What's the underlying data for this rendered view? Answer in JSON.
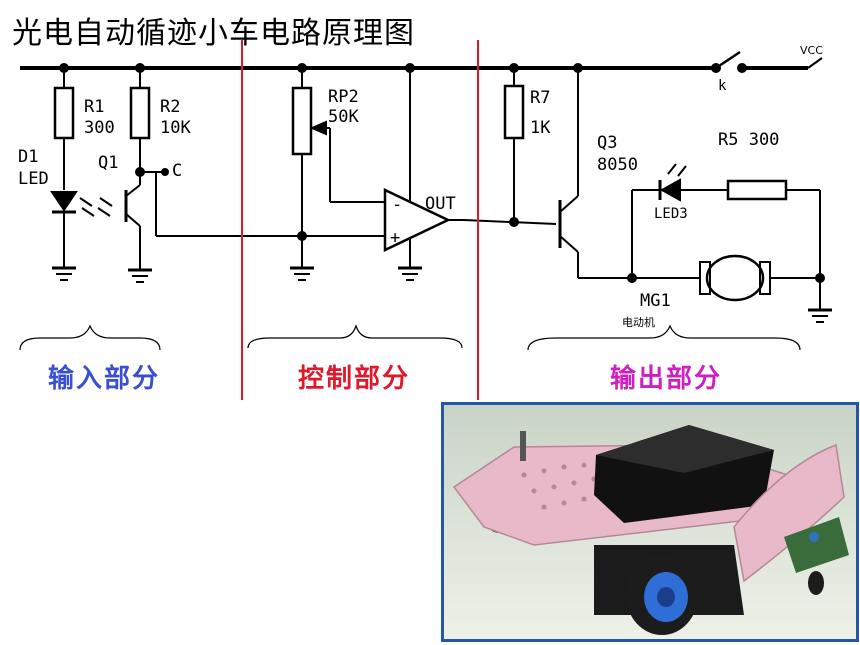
{
  "title": "光电自动循迹小车电路原理图",
  "sections": {
    "input": {
      "label": "输入部分",
      "color": "#3a4fcf"
    },
    "control": {
      "label": "控制部分",
      "color": "#e0182c"
    },
    "output": {
      "label": "输出部分",
      "color": "#d01fc0"
    }
  },
  "components": {
    "d1": "D1",
    "led": "LED",
    "r1": "R1",
    "r1_val": "300",
    "r2": "R2",
    "r2_val": "10K",
    "q1": "Q1",
    "c": "C",
    "rp2": "RP2",
    "rp2_val": "50K",
    "minus": "-",
    "plus": "+",
    "out": "OUT",
    "r7": "R7",
    "r7_val": "1K",
    "q3": "Q3",
    "q3_val": "8050",
    "r5": "R5 300",
    "led3": "LED3",
    "mg1": "MG1",
    "motor": "电动机",
    "k": "k",
    "vcc": "VCC"
  },
  "colors": {
    "divider": "#e0182c",
    "photo_border": "#2457a8"
  }
}
